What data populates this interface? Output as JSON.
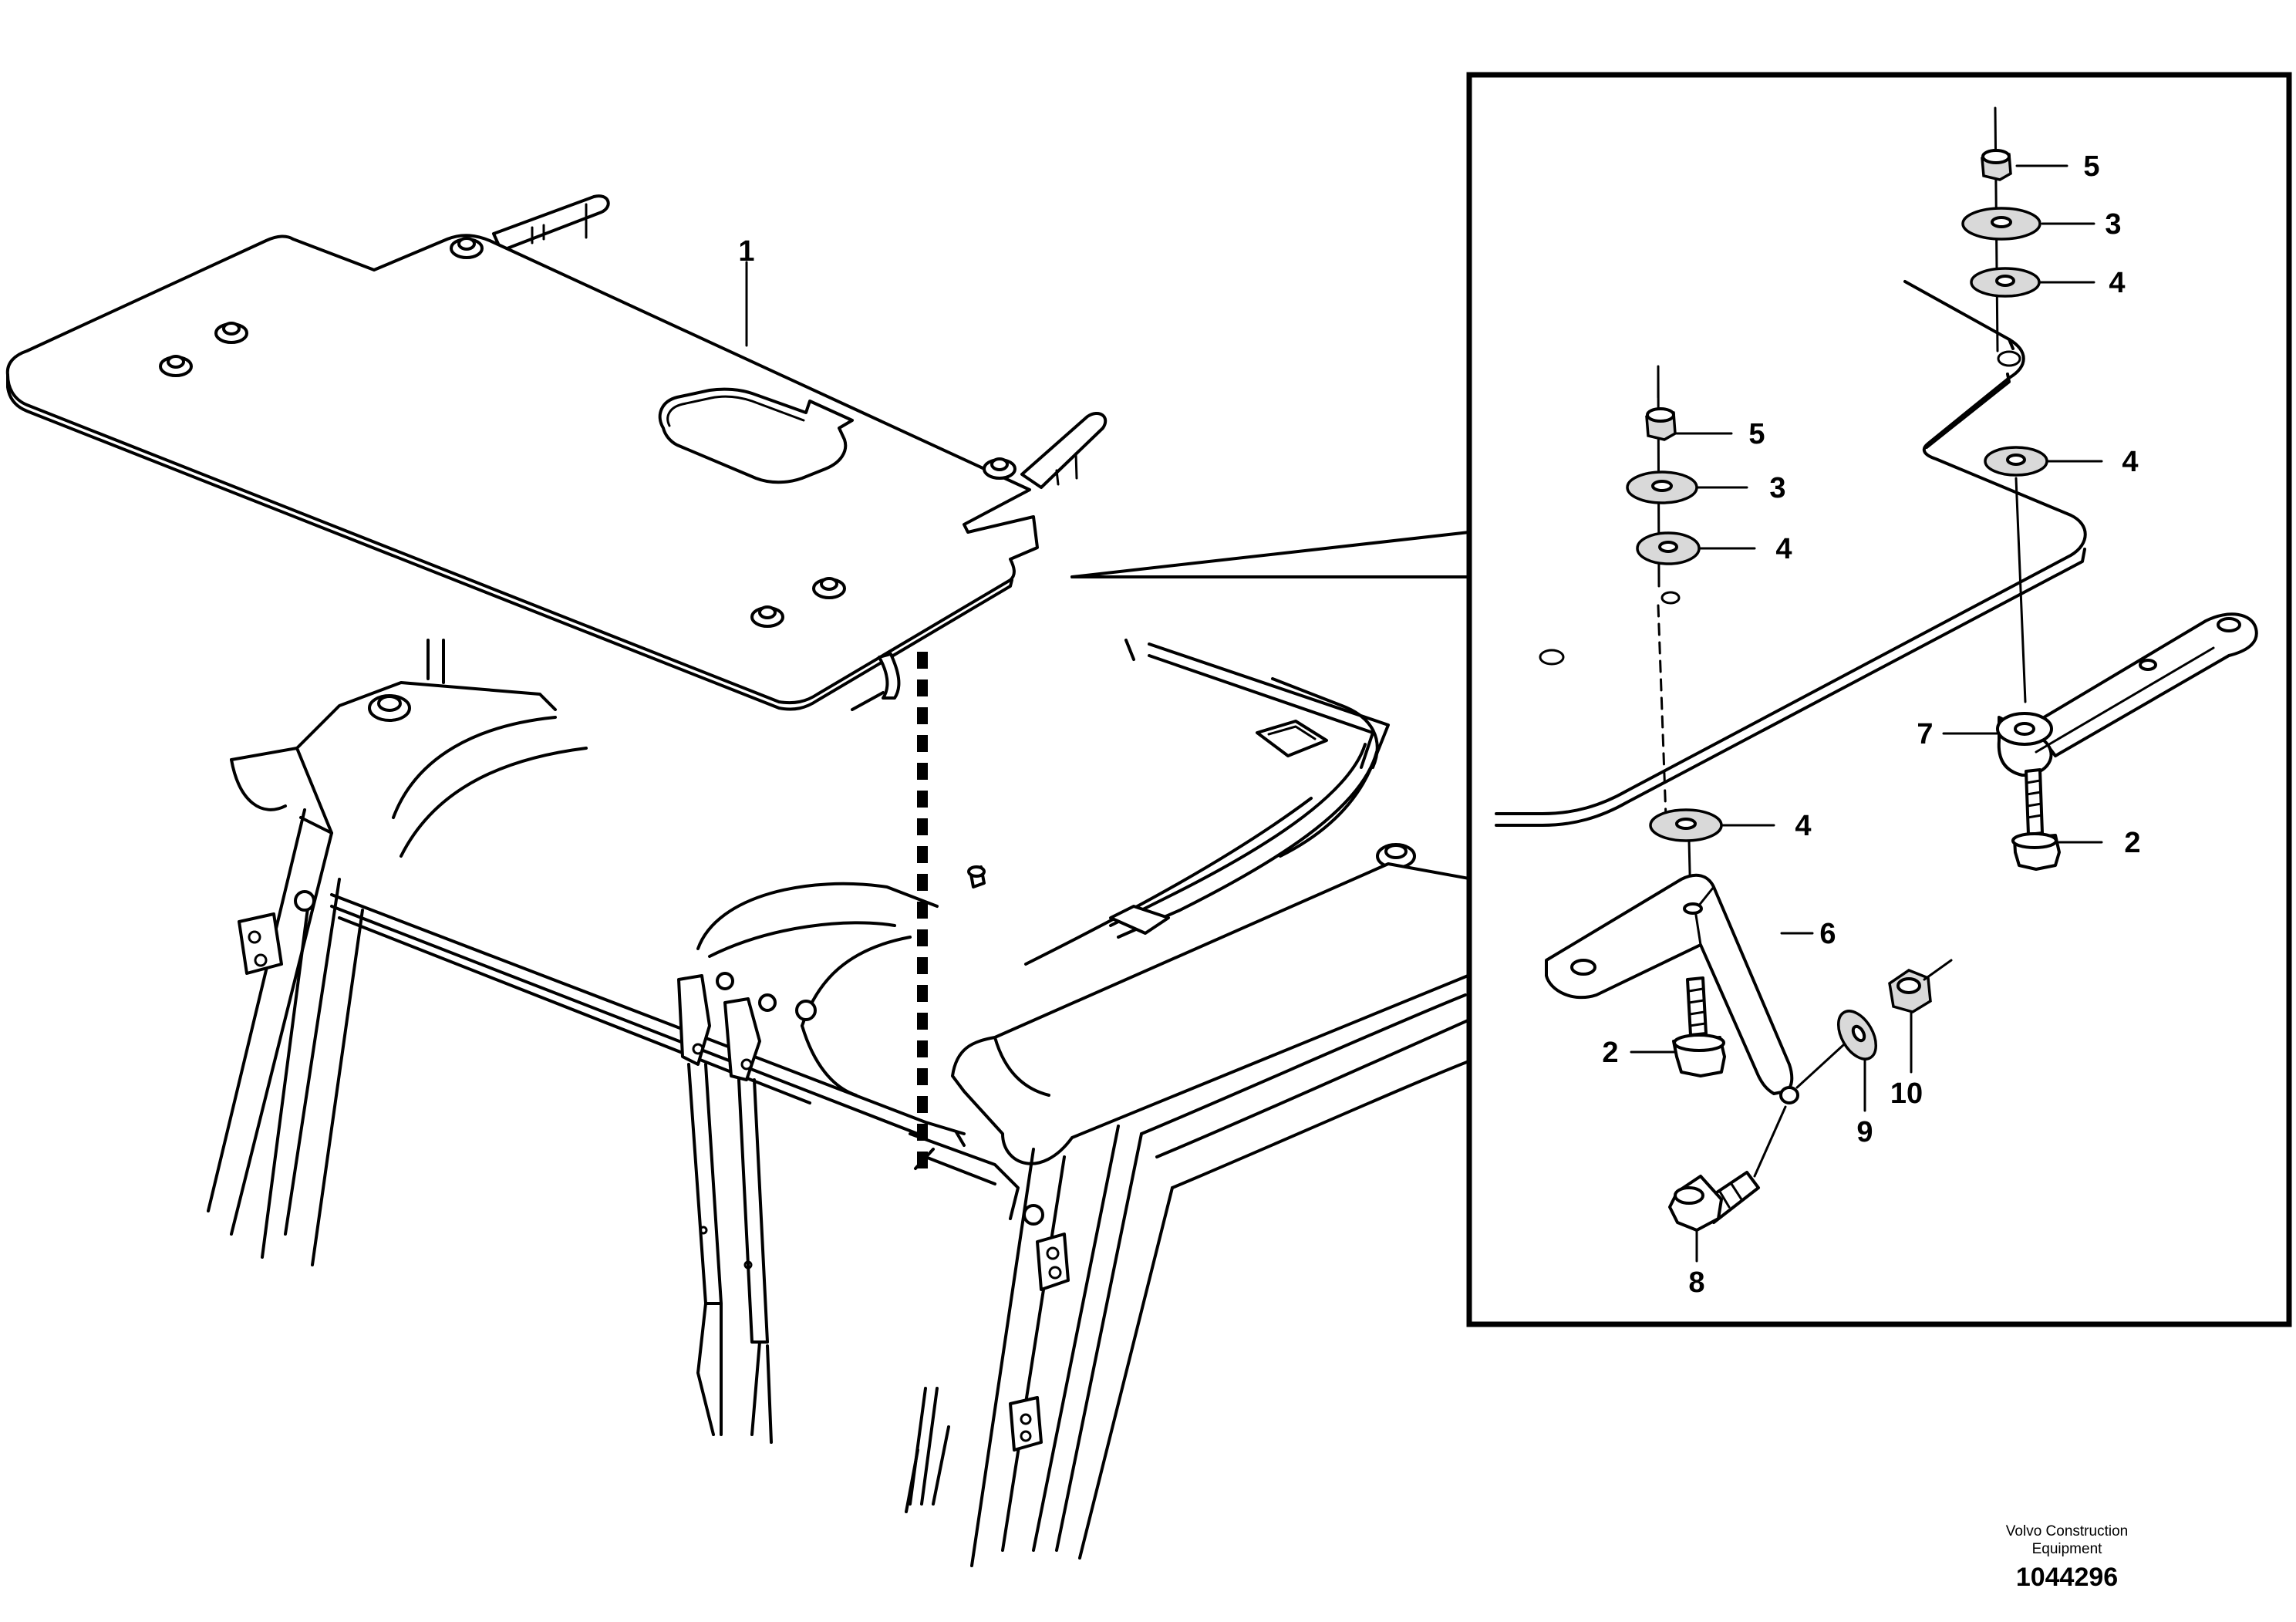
{
  "callouts": {
    "c1": "1",
    "c2a": "2",
    "c2b": "2",
    "c3a": "3",
    "c3b": "3",
    "c4a": "4",
    "c4b": "4",
    "c4c": "4",
    "c4d": "4",
    "c5a": "5",
    "c5b": "5",
    "c6": "6",
    "c7": "7",
    "c8": "8",
    "c9": "9",
    "c10": "10"
  },
  "footer": {
    "org_line1": "Volvo Construction",
    "org_line2": "Equipment",
    "number": "1044296"
  }
}
